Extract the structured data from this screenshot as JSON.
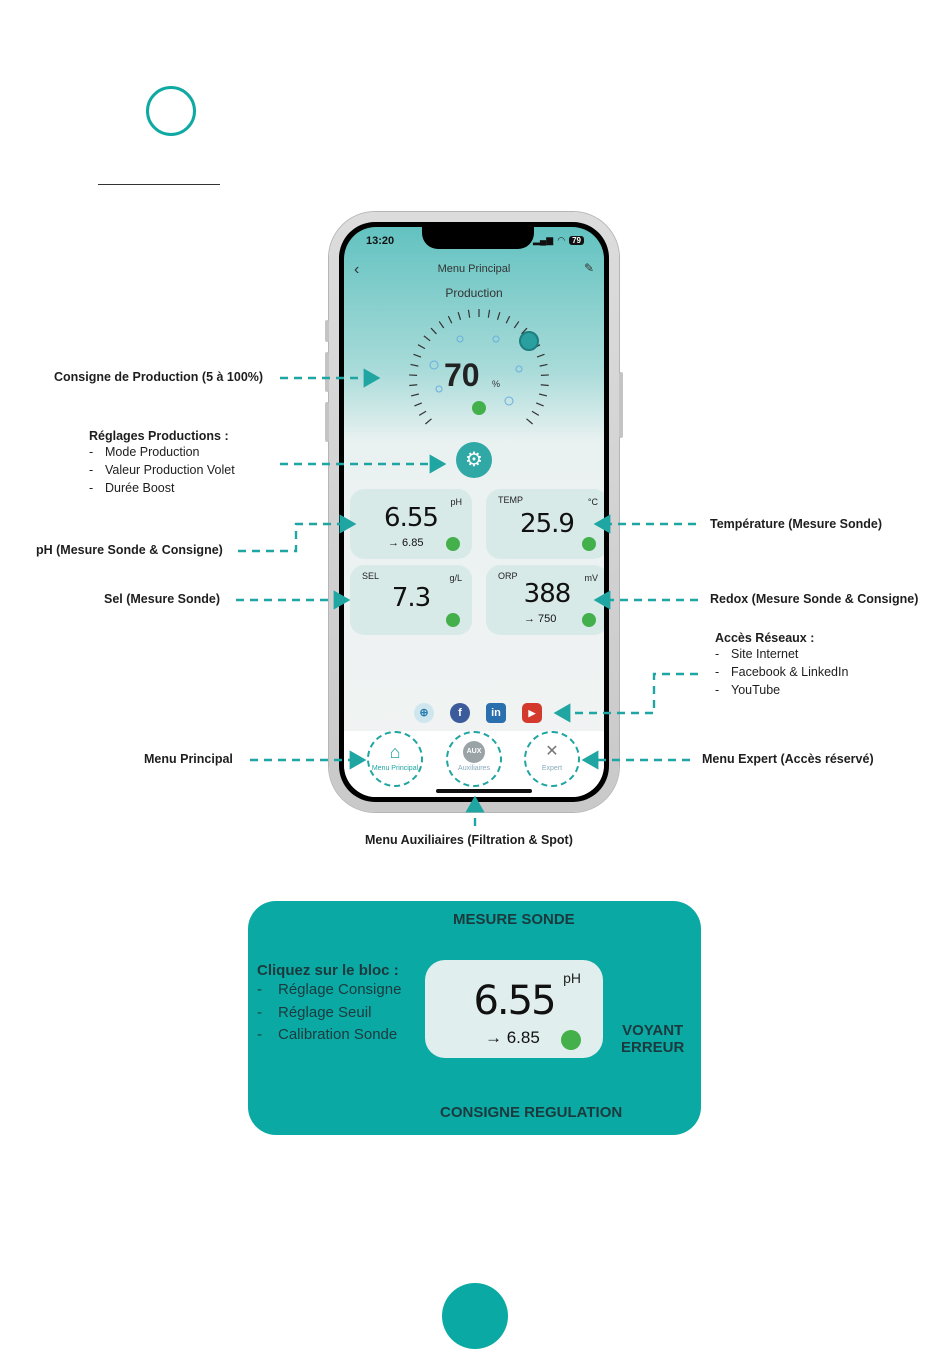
{
  "colors": {
    "accent": "#0fa9a3",
    "box": "#0aa9a4",
    "status_ok": "#44b04c"
  },
  "phone": {
    "time": "13:20",
    "battery": "79",
    "title": "Menu Principal",
    "section": "Production",
    "production_value": "70",
    "production_unit": "%",
    "cards": {
      "ph": {
        "label": "",
        "unit": "pH",
        "value": "6.55",
        "setpoint": "→ 6.85"
      },
      "temp": {
        "label": "TEMP",
        "unit": "°C",
        "value": "25.9"
      },
      "sel": {
        "label": "SEL",
        "unit": "g/L",
        "value": "7.3"
      },
      "orp": {
        "label": "ORP",
        "unit": "mV",
        "value": "388",
        "setpoint": "→ 750"
      }
    },
    "social_icons": [
      "globe-icon",
      "facebook-icon",
      "linkedin-icon",
      "youtube-icon"
    ],
    "nav": {
      "home": "Menu Principal",
      "aux_badge": "AUX",
      "aux": "Auxiliaires",
      "expert": "Expert"
    }
  },
  "annotations": {
    "consigne": "Consigne de Production (5 à 100%)",
    "reglages_head": "Réglages Productions :",
    "reglages": [
      "Mode Production",
      "Valeur Production Volet",
      "Durée Boost"
    ],
    "ph": "pH (Mesure Sonde & Consigne)",
    "sel": "Sel (Mesure Sonde)",
    "temp": "Température (Mesure Sonde)",
    "redox": "Redox (Mesure Sonde & Consigne)",
    "reseaux_head": "Accès Réseaux :",
    "reseaux": [
      "Site Internet",
      "Facebook & LinkedIn",
      "YouTube"
    ],
    "menu_principal": "Menu Principal",
    "menu_expert": "Menu Expert (Accès réservé)",
    "menu_aux": "Menu Auxiliaires (Filtration & Spot)"
  },
  "infobox": {
    "mesure": "MESURE SONDE",
    "intro": "Cliquez sur le bloc :",
    "items": [
      "Réglage Consigne",
      "Réglage Seuil",
      "Calibration Sonde"
    ],
    "unit": "pH",
    "value": "6.55",
    "setpoint": "→ 6.85",
    "voyant1": "VOYANT",
    "voyant2": "ERREUR",
    "consigne": "CONSIGNE REGULATION"
  }
}
